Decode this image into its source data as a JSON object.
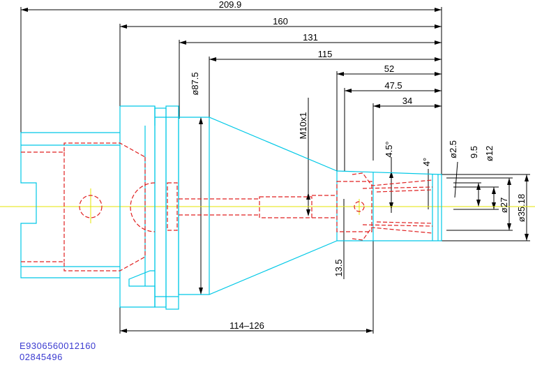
{
  "dimensions": {
    "total_length": "209.9",
    "d160": "160",
    "d131": "131",
    "d115": "115",
    "d52": "52",
    "d47_5": "47.5",
    "d34": "34",
    "flange_diameter": "ø87.5",
    "thread": "M10x1",
    "angle_outer": "4.5°",
    "angle_inner": "4°",
    "hole_diameter": "ø2.5",
    "d9_5": "9.5",
    "bore_diameter": "ø12",
    "collet_diameter": "ø27",
    "nose_diameter": "ø35.18",
    "d13_5": "13.5",
    "adjust_range": "114–126"
  },
  "part_numbers": {
    "code_1": "E9306560012160",
    "code_2": "02845496"
  },
  "colors": {
    "body": "#00c8e6",
    "hidden": "#e02020",
    "center": "#e6e600",
    "dimension": "#000000",
    "part_text": "#3a3ad0"
  }
}
